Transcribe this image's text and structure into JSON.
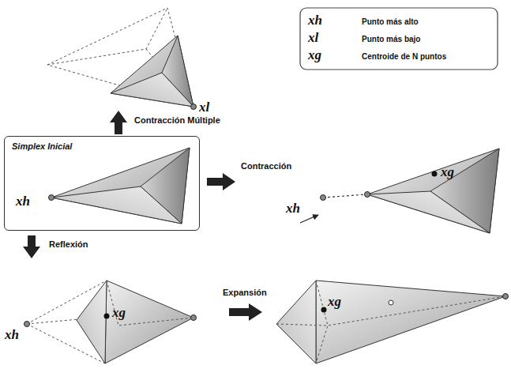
{
  "diagram": {
    "nodes": [
      {
        "text": [
          "Simplex Inicial",
          "xh"
        ]
      }
    ],
    "labels": [
      "xh",
      "xl",
      "xg",
      "Contracción Múltiple",
      "xl",
      "Contracción",
      "xh",
      "xg",
      "Reflexión",
      "xh",
      "xg",
      "Expansión",
      "xg"
    ],
    "legend": [
      {
        "text": "Punto más alto"
      },
      {
        "text": "Punto más bajo"
      },
      {
        "text": "Centroide de N puntos"
      }
    ]
  }
}
